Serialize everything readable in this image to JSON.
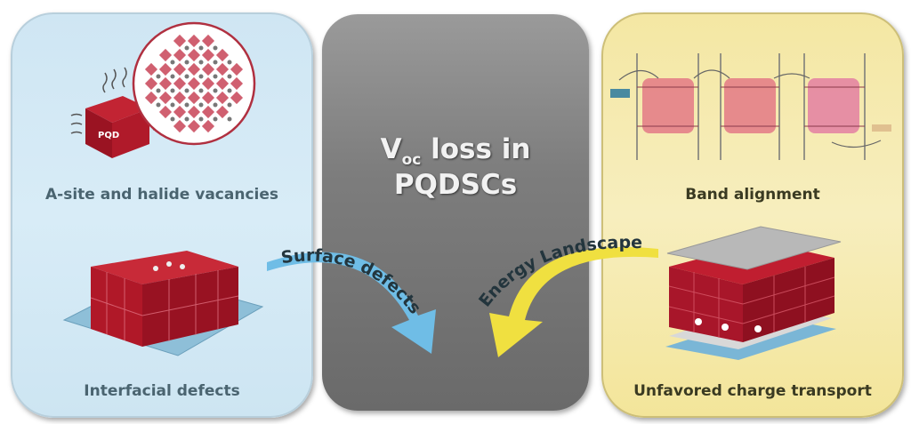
{
  "title": {
    "main": "V",
    "sub": "oc",
    "rest": " loss in PQDSCs"
  },
  "left_panel": {
    "top_caption": "A-site and halide vacancies",
    "bottom_caption": "Interfacial defects",
    "cube_label": "PQD"
  },
  "right_panel": {
    "top_caption": "Band alignment",
    "bottom_caption": "Unfavored charge transport"
  },
  "arrows": {
    "left_label": "Surface defects",
    "right_label": "Energy Landscape"
  },
  "colors": {
    "left_bg": "#d3e8f4",
    "center_bg": "#7d7d7d",
    "right_bg": "#f6ebb0",
    "perovskite_red": "#b3122a",
    "arrow_blue": "#6fbde6",
    "arrow_yellow": "#f0e040"
  }
}
